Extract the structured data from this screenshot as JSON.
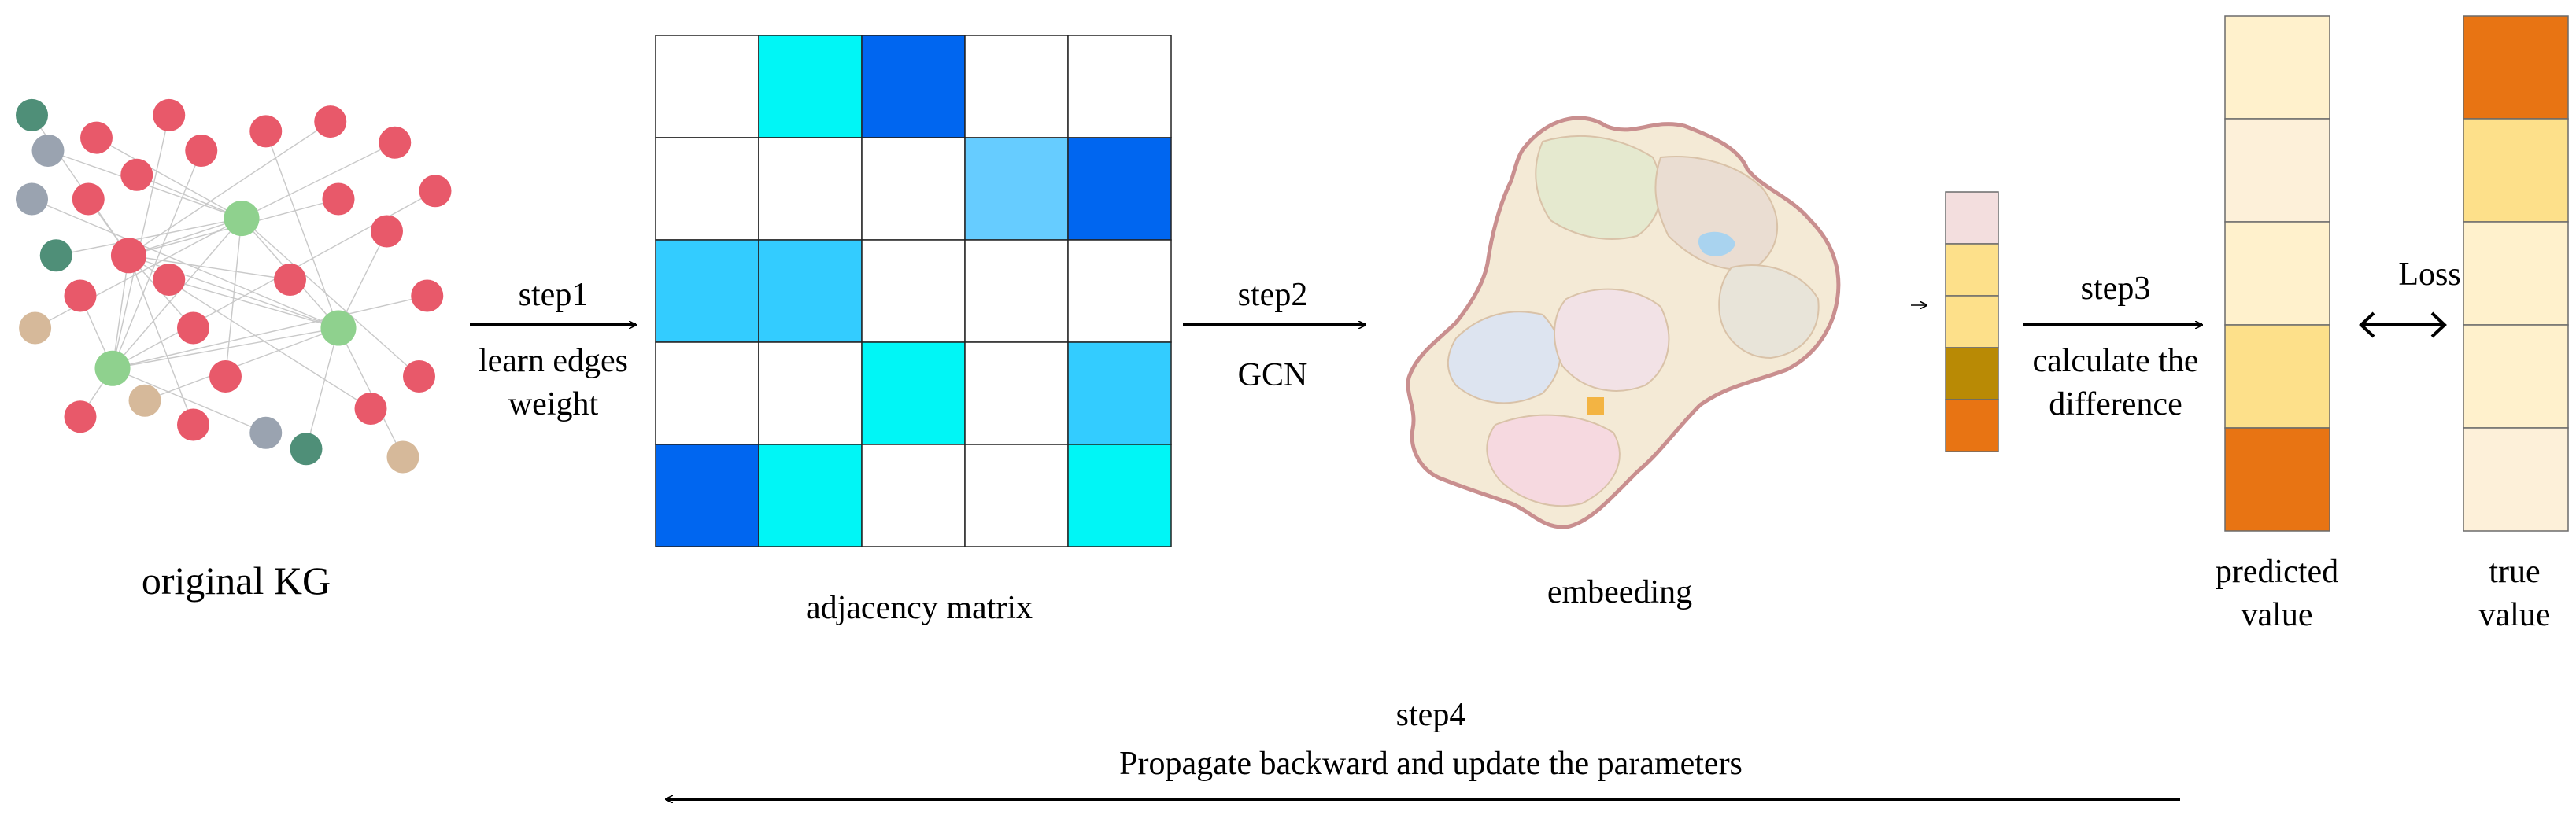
{
  "captions": {
    "original_kg": "original KG",
    "adjacency_matrix": "adjacency matrix",
    "embedding": "embeeding",
    "predicted_value": [
      "predicted",
      "value"
    ],
    "true_value": [
      "true",
      "value"
    ]
  },
  "steps": {
    "step1": {
      "title": "step1",
      "lines": [
        "learn edges",
        "weight"
      ]
    },
    "step2": {
      "title": "step2",
      "lines": [
        "GCN"
      ]
    },
    "step3": {
      "title": "step3",
      "lines": [
        "calculate the",
        "difference"
      ]
    },
    "loss": "Loss",
    "step4": {
      "title": "step4",
      "lines": [
        "Propagate backward and update the parameters"
      ]
    }
  },
  "colors": {
    "node_red": "#e8596a",
    "node_green": "#8fd18e",
    "node_teal": "#4f8f78",
    "node_grey": "#9aa3b0",
    "node_tan": "#d6b99a",
    "cyan": "#00f6f6",
    "blue": "#0066f0",
    "light_blue": "#66ccff",
    "sky": "#33ccff",
    "pale_pink": "#f3dede",
    "pale_yellow": "#fff1cc",
    "cream": "#fdf0d9",
    "gold": "#fde08a",
    "deep_gold": "#b98a05",
    "orange": "#e87413"
  },
  "matrix": {
    "rows": [
      [
        "white",
        "cyan",
        "blue",
        "white",
        "white"
      ],
      [
        "white",
        "white",
        "white",
        "light_blue",
        "blue"
      ],
      [
        "sky",
        "sky",
        "white",
        "white",
        "white"
      ],
      [
        "white",
        "white",
        "cyan",
        "white",
        "sky"
      ],
      [
        "blue",
        "cyan",
        "white",
        "white",
        "cyan"
      ]
    ]
  },
  "embedding_vector": [
    "pale_pink",
    "gold",
    "gold",
    "deep_gold",
    "orange"
  ],
  "predicted_vector": [
    "pale_yellow",
    "cream",
    "pale_yellow",
    "gold",
    "orange"
  ],
  "true_vector": [
    "orange",
    "gold",
    "pale_yellow",
    "pale_yellow",
    "cream"
  ]
}
